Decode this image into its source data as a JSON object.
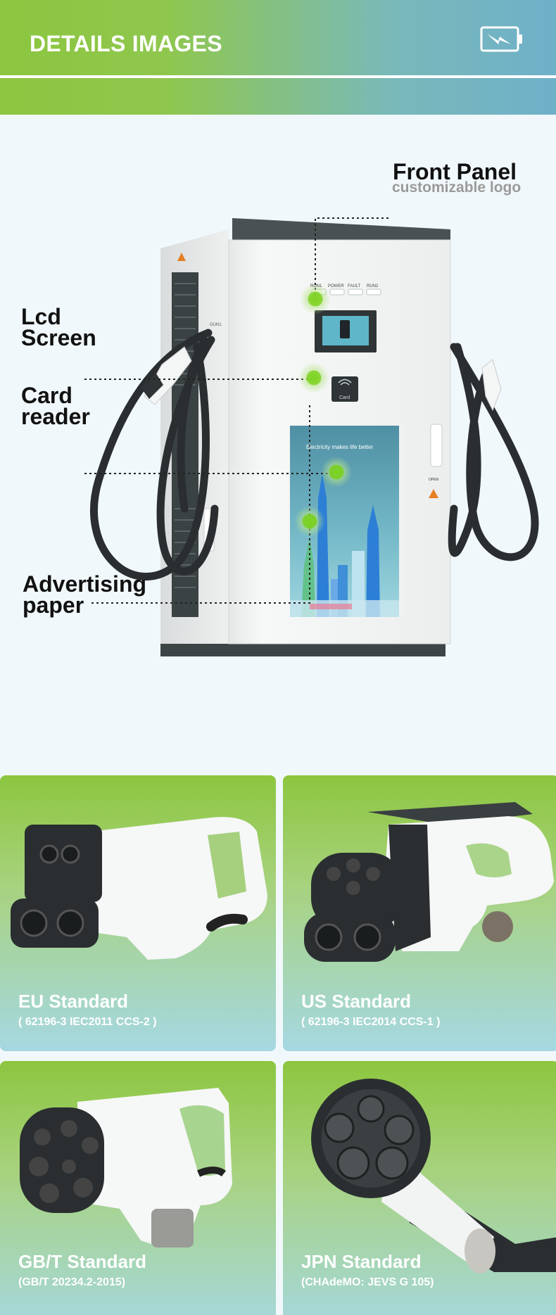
{
  "header": {
    "title": "DETAILS IMAGES",
    "icon": "battery-bolt-icon"
  },
  "charger": {
    "callouts": {
      "front_panel": {
        "title": "Front Panel",
        "subtitle": "customizable logo"
      },
      "lcd": {
        "title": "Lcd\nScreen"
      },
      "card_reader": {
        "title": "Card\nreader"
      },
      "advertising": {
        "title": "Advertising\npaper"
      }
    },
    "indicators": [
      "RUN1",
      "POWER",
      "FAULT",
      "RUN2"
    ],
    "ad_slogan": "Electricity makes life better",
    "card_label": "Card",
    "open_label": "OPEN",
    "gun_label": "GUN1",
    "accent_color": "#7ed321"
  },
  "standards": [
    {
      "name": "EU Standard",
      "code": "( 62196-3 IEC2011 CCS-2 )"
    },
    {
      "name": "US Standard",
      "code": "( 62196-3 IEC2014 CCS-1 )"
    },
    {
      "name": "GB/T Standard",
      "code": "(GB/T 20234.2-2015)"
    },
    {
      "name": "JPN Standard",
      "code": "(CHAdeMO: JEVS G 105)"
    }
  ]
}
